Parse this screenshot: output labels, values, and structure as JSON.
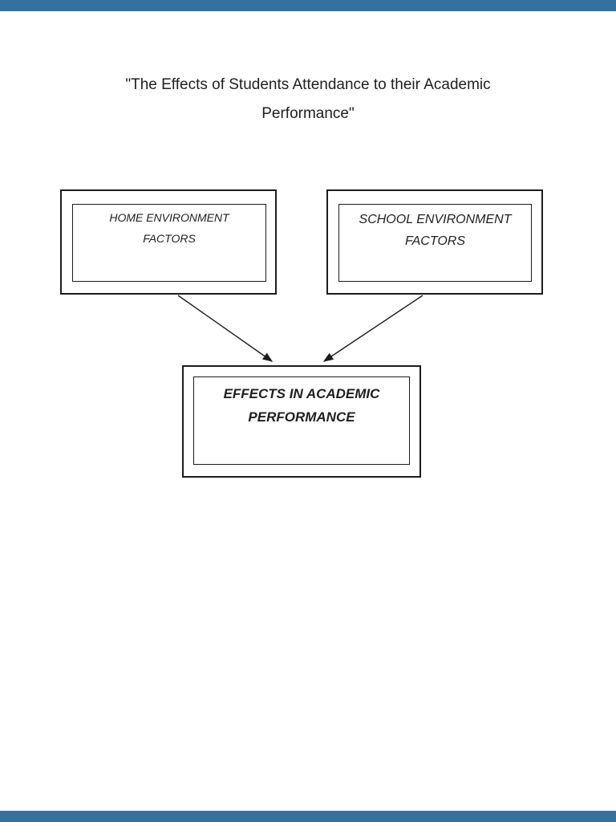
{
  "page": {
    "title": {
      "line1": "\"The Effects of Students Attendance to their Academic",
      "line2": "Performance\""
    }
  },
  "viewer": {
    "letterbox_color": "#35719f"
  },
  "diagram": {
    "border_color": "#1c1c1c",
    "text_color": "#1f1f1f",
    "nodes": {
      "home": {
        "line1": "HOME ENVIRONMENT",
        "line2": "FACTORS"
      },
      "school": {
        "line1": "SCHOOL ENVIRONMENT",
        "line2": "FACTORS"
      },
      "effects": {
        "line1": "EFFECTS IN ACADEMIC",
        "line2": "PERFORMANCE"
      }
    },
    "edges": [
      {
        "from": "home",
        "to": "effects",
        "style": "arrow"
      },
      {
        "from": "school",
        "to": "effects",
        "style": "arrow"
      }
    ]
  }
}
